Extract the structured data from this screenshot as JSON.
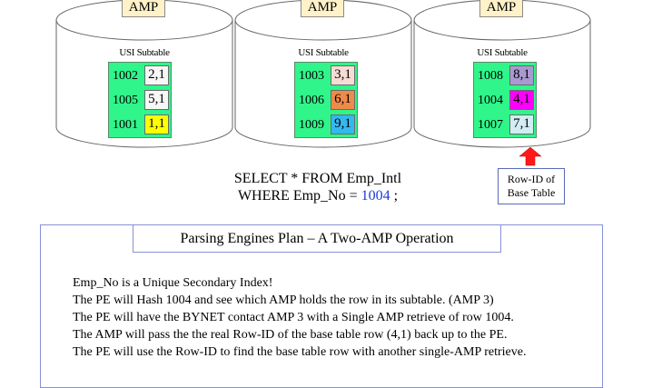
{
  "amps": [
    {
      "label": "AMP",
      "subtable_title": "USI Subtable",
      "rows": [
        {
          "id": "1002",
          "rowid": "2,1",
          "color": "#f7f7f7"
        },
        {
          "id": "1005",
          "rowid": "5,1",
          "color": "#f7f7f7"
        },
        {
          "id": "1001",
          "rowid": "1,1",
          "color": "#ffff00"
        }
      ]
    },
    {
      "label": "AMP",
      "subtable_title": "USI Subtable",
      "rows": [
        {
          "id": "1003",
          "rowid": "3,1",
          "color": "#f5dcd4"
        },
        {
          "id": "1006",
          "rowid": "6,1",
          "color": "#f08a48"
        },
        {
          "id": "1009",
          "rowid": "9,1",
          "color": "#35b8f0"
        }
      ]
    },
    {
      "label": "AMP",
      "subtable_title": "USI Subtable",
      "rows": [
        {
          "id": "1008",
          "rowid": "8,1",
          "color": "#a89ad0"
        },
        {
          "id": "1004",
          "rowid": "4,1",
          "color": "#ff00ff"
        },
        {
          "id": "1007",
          "rowid": "7,1",
          "color": "#d4ecf4"
        }
      ]
    }
  ],
  "sql": {
    "line1": "SELECT * FROM Emp_Intl",
    "line2_prefix": "WHERE Emp_No = ",
    "line2_value": "1004",
    "line2_suffix": " ;"
  },
  "rowid_callout": {
    "line1": "Row-ID of",
    "line2": "Base Table"
  },
  "plan": {
    "title": "Parsing Engines Plan – A Two-AMP Operation",
    "lines": [
      "Emp_No is a Unique Secondary Index!",
      "The PE will Hash 1004 and see which AMP holds the row in its subtable. (AMP 3)",
      "The PE will have the BYNET contact AMP 3 with a Single AMP retrieve of row 1004.",
      "The AMP will pass the the real Row-ID of the base table row (4,1) back up to the PE.",
      "The PE will use the Row-ID to find the base table row with another single-AMP retrieve."
    ]
  },
  "colors": {
    "subtable": "#2ff58a",
    "arrow": "#ff1a1a",
    "sql_value": "#1e3cd6",
    "panel_border": "#8890d8"
  }
}
